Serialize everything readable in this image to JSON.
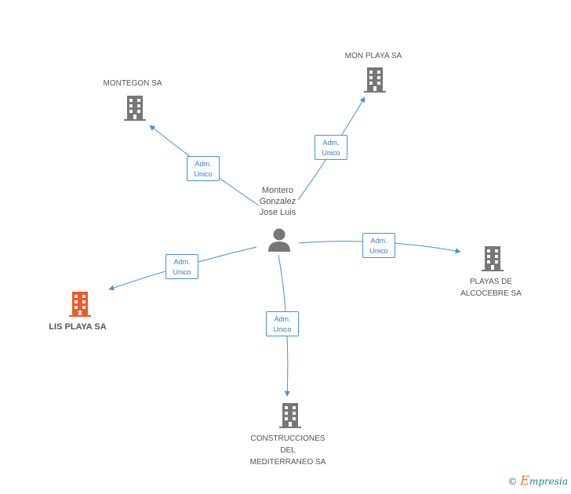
{
  "center_person": {
    "label": "Montero\nGonzalez\nJose Luis",
    "icon": "person-icon"
  },
  "companies": [
    {
      "id": "montegon",
      "label": "MONTEGON SA",
      "icon": "building-icon",
      "color": "#777777"
    },
    {
      "id": "mon-playa",
      "label": "MON PLAYA SA",
      "icon": "building-icon",
      "color": "#777777"
    },
    {
      "id": "playas-alcocebre",
      "label": "PLAYAS DE\nALCOCEBRE SA",
      "icon": "building-icon",
      "color": "#777777"
    },
    {
      "id": "lis-playa",
      "label": "LIS PLAYA SA",
      "icon": "building-icon",
      "color": "#f05a28"
    },
    {
      "id": "construcciones",
      "label": "CONSTRUCCIONES\nDEL\nMEDITERRANEO SA",
      "icon": "building-icon",
      "color": "#777777"
    }
  ],
  "edges": [
    {
      "to": "montegon",
      "label": "Adm.\nUnico"
    },
    {
      "to": "mon-playa",
      "label": "Adm.\nUnico"
    },
    {
      "to": "playas-alcocebre",
      "label": "Adm.\nUnico"
    },
    {
      "to": "lis-playa",
      "label": "Adm.\nUnico"
    },
    {
      "to": "construcciones",
      "label": "Adm.\nUnico"
    }
  ],
  "colors": {
    "edge": "#4a8fd8",
    "node": "#777777",
    "focus": "#f05a28"
  },
  "watermark": {
    "symbol": "©",
    "initial": "E",
    "rest": "mpresia"
  }
}
